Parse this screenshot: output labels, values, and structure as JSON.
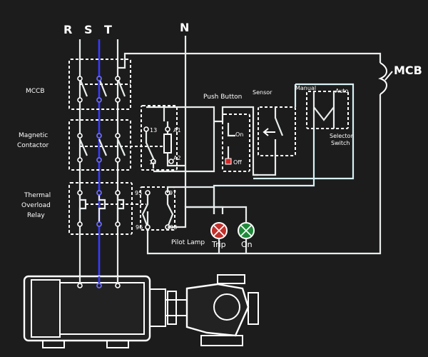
{
  "phases": {
    "r": "R",
    "s": "S",
    "t": "T",
    "n": "N"
  },
  "labels": {
    "mccb": "MCCB",
    "mcb": "MCB",
    "magnetic_1": "Magnetic",
    "magnetic_2": "Contactor",
    "thermal_1": "Thermal",
    "thermal_2": "Overload",
    "thermal_3": "Relay",
    "push_button": "Push Button",
    "sensor": "Sensor",
    "manual": "Manual",
    "auto": "Auto",
    "selector_1": "Selector",
    "selector_2": "Switch",
    "on": "On",
    "off": "Off",
    "pilot_lamp": "Pilot Lamp",
    "trip": "Trip",
    "on_lamp": "On"
  },
  "terminals": {
    "t13": "13",
    "t14": "14",
    "a1": "A1",
    "a2": "A2",
    "t95": "95",
    "t96": "96",
    "t97": "97",
    "t98": "98"
  },
  "colors": {
    "background": "#1c1c1c",
    "wire": "#e8ecec",
    "phase_s": "#3a3aff",
    "trip_lamp": "#c0302c",
    "on_lamp": "#1f8a3a"
  },
  "icons": {
    "trip_lamp": "x-lamp-icon",
    "on_lamp": "x-lamp-icon",
    "motor": "motor-icon",
    "pump": "pump-icon"
  }
}
